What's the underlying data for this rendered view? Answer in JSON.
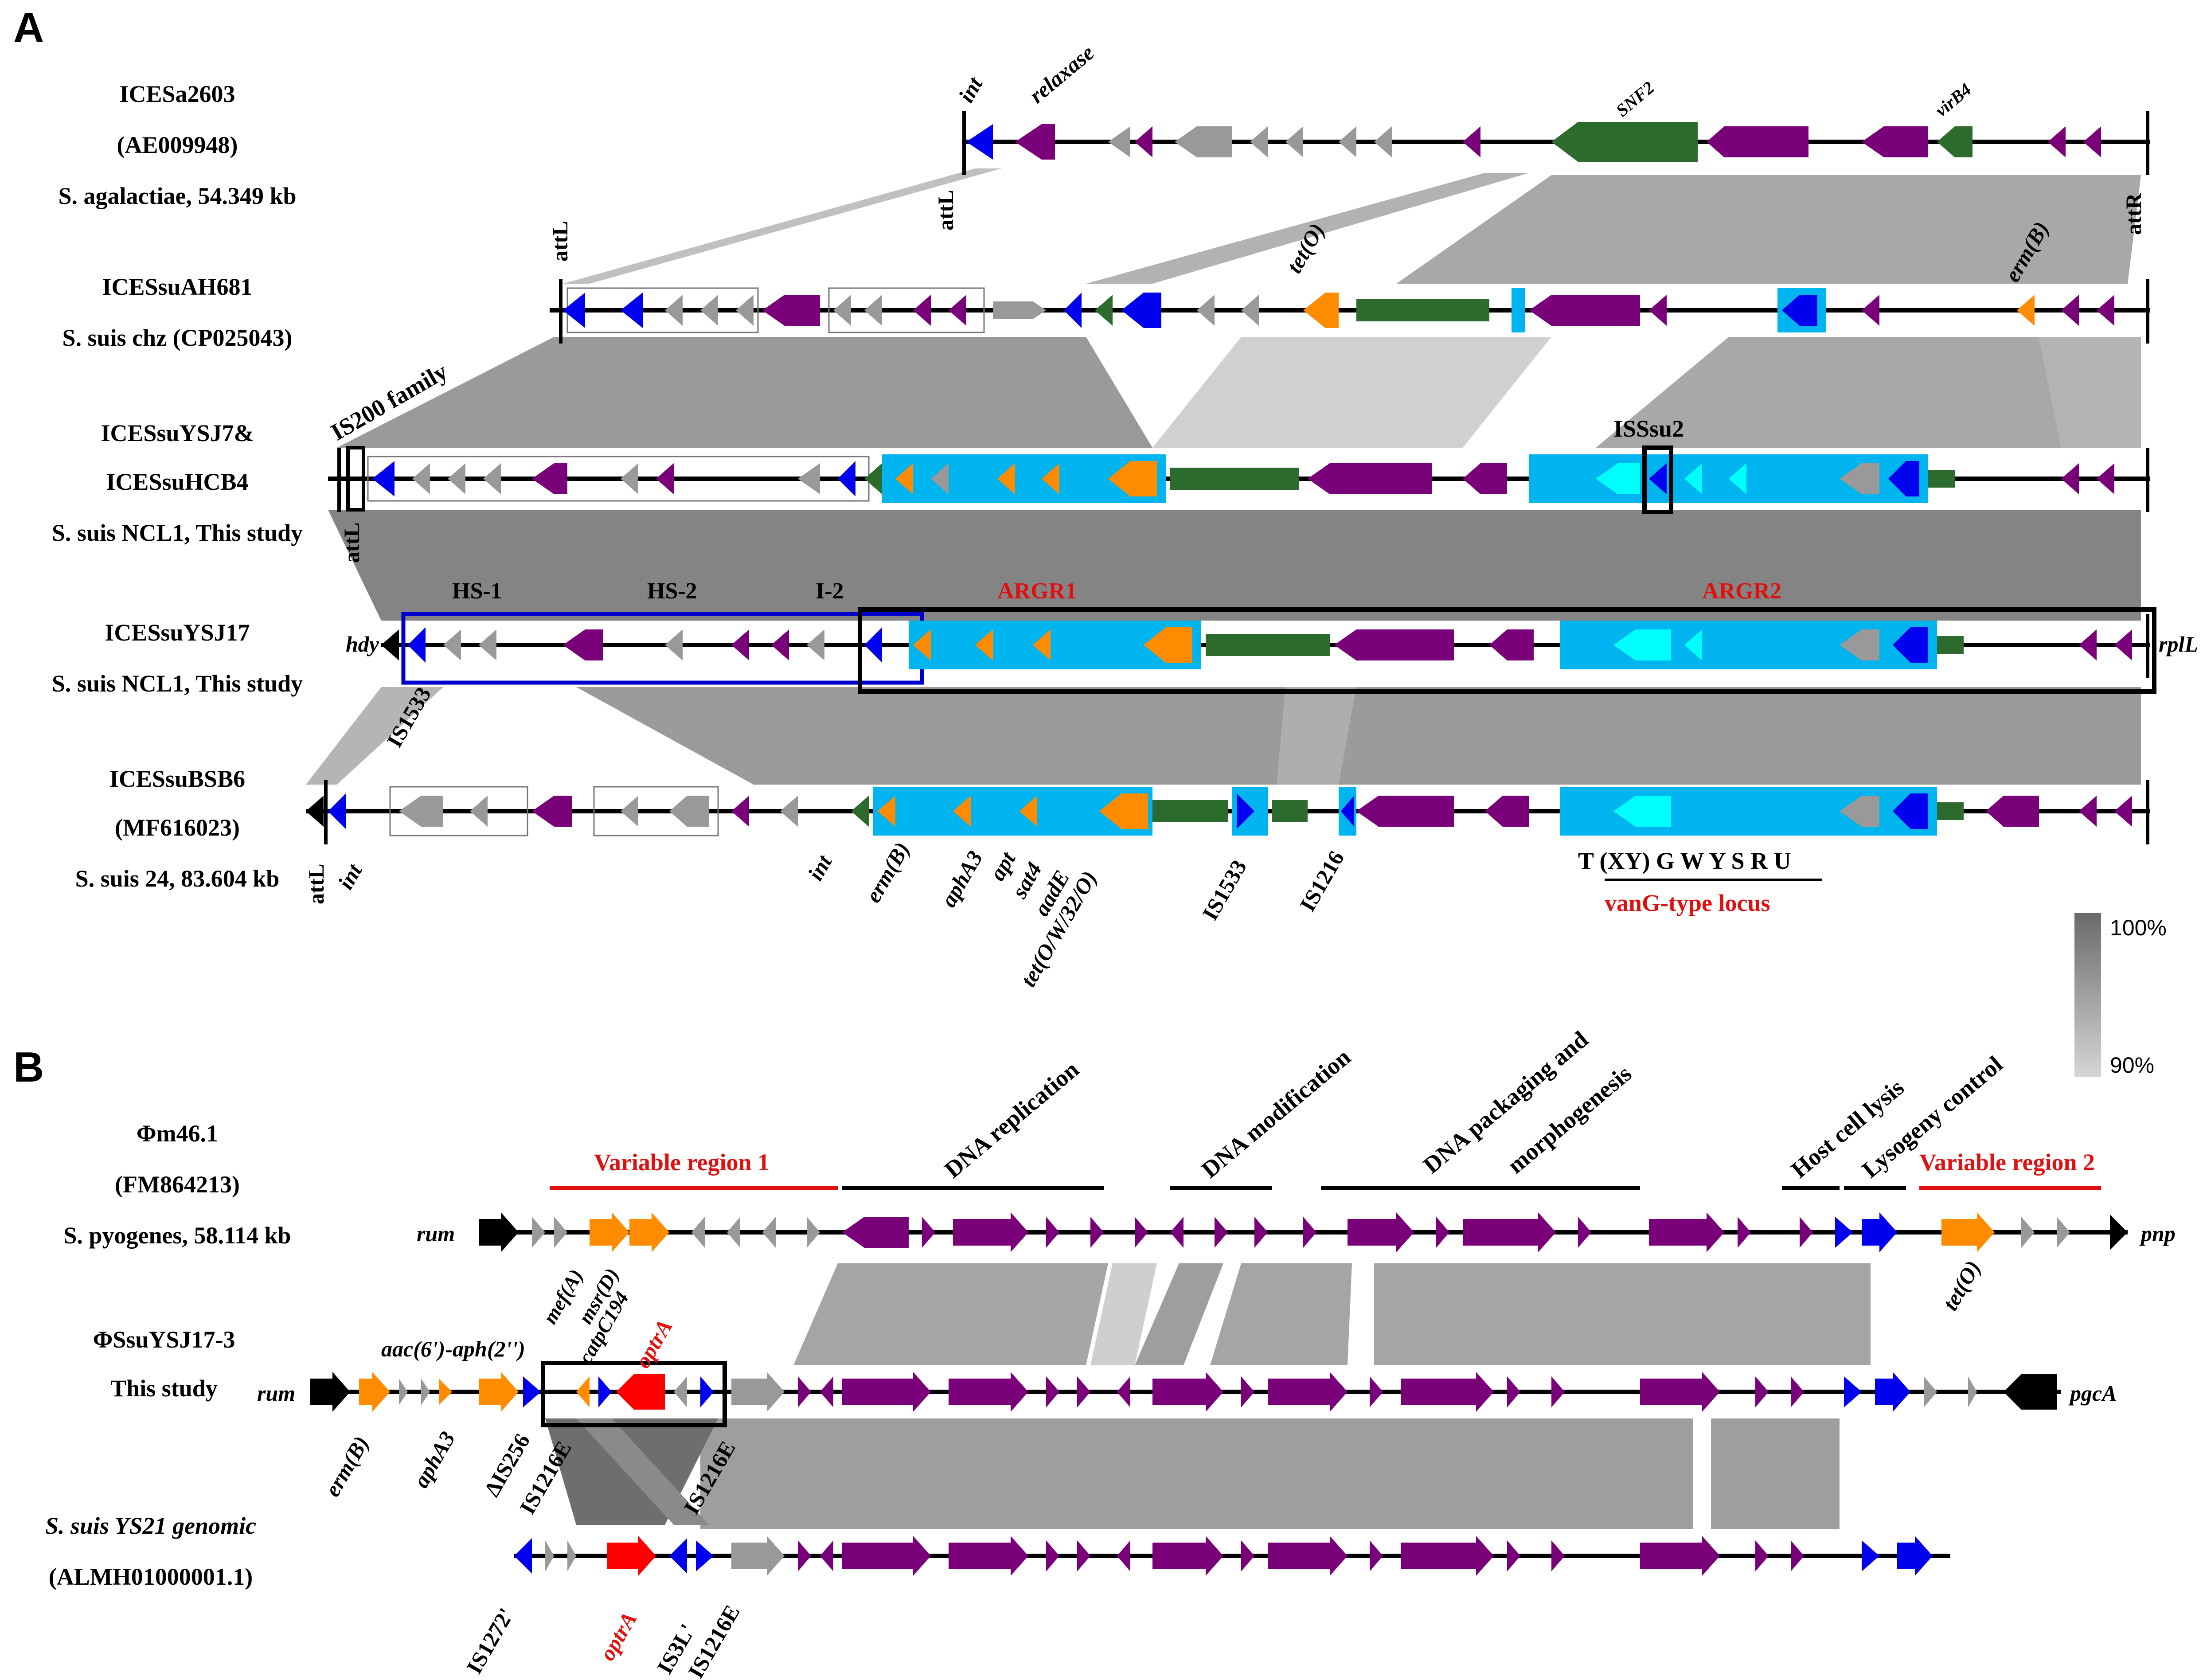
{
  "panel_a": {
    "label": "A",
    "tracks": [
      {
        "lines": [
          "ICESa2603",
          "(AE009948)",
          "S. agalactiae, 54.349 kb"
        ]
      },
      {
        "lines": [
          "ICESsuAH681",
          "S. suis chz (CP025043)"
        ]
      },
      {
        "lines": [
          "ICESsuYSJ7&",
          "ICESsuHCB4",
          "S. suis NCL1, This study"
        ]
      },
      {
        "lines": [
          "ICESsuYSJ17",
          "S. suis NCL1, This study"
        ]
      },
      {
        "lines": [
          "ICESsuBSB6",
          "(MF616023)",
          "S. suis 24, 83.604 kb"
        ]
      }
    ],
    "gene_labels": {
      "int_top": "int",
      "relaxase": "relaxase",
      "snf2": "SNF2",
      "virb4": "virB4",
      "attl_top": "attL",
      "attr_top": "attR",
      "attl_2": "attL",
      "teto_2": "tet(O)",
      "ermb_2": "erm(B)",
      "is200": "IS200 family",
      "isssu2": "ISSsu2",
      "attl_3": "attL",
      "hdy": "hdy",
      "rpll": "rplL",
      "hs1": "HS-1",
      "hs2": "HS-2",
      "i2": "I-2",
      "argr1": "ARGR1",
      "argr2": "ARGR2",
      "is1533_4": "IS1533",
      "attl_5": "attL",
      "int_5a": "int",
      "int_5b": "int",
      "ermb_5": "erm(B)",
      "apha3_5": "aphA3",
      "apt_5": "apt",
      "sat4_5": "sat4",
      "aade_5": "aadE",
      "tet_5": "tet(O/W/32/O)",
      "is1533_5": "IS1533",
      "is1216_5": "IS1216",
      "van_letters": "T (XY) G W Y S R U",
      "van_locus": "vanG-type locus"
    },
    "scale": {
      "top": "100%",
      "bottom": "90%"
    }
  },
  "panel_b": {
    "label": "B",
    "tracks": [
      {
        "lines": [
          "Φm46.1",
          "(FM864213)",
          "S. pyogenes, 58.114 kb"
        ]
      },
      {
        "lines": [
          "ΦSsuYSJ17-3",
          "This study"
        ]
      },
      {
        "lines": [
          "S. suis YS21 genomic",
          "(ALMH01000001.1)"
        ]
      }
    ],
    "regions": [
      "Variable region 1",
      "DNA replication",
      "DNA modification",
      "DNA packaging and",
      "morphogenesis",
      "Host cell lysis",
      "Lysogeny control",
      "Variable region 2"
    ],
    "gene_labels": {
      "rum_1": "rum",
      "pnp": "pnp",
      "teto": "tet(O)",
      "rum_2": "rum",
      "pgca": "pgcA",
      "aac": "aac(6')-aph(2'')",
      "mefa": "mef(A)",
      "msrd": "msr(D)",
      "cat": "catpC194",
      "optra_2": "optrA",
      "ermb": "erm(B)",
      "apha3": "aphA3",
      "dis256": "ΔIS256",
      "is1216e_a": "IS1216E",
      "is1216e_b": "IS1216E",
      "is1272": "IS1272'",
      "optra_3": "optrA",
      "is3l": "IS3L'",
      "is1216e_c": "IS1216E"
    }
  },
  "colors": {
    "mobility": "#7a007a",
    "hypothetical": "#999999",
    "transposase": "#0000ee",
    "resistance": "#ff8c00",
    "snf2": "#2d6a2d",
    "argr_box": "#00b4f0",
    "van": "#00ffff",
    "optra": "#ff0000",
    "boundary": "#000000",
    "homology": "#9e9e9e"
  }
}
